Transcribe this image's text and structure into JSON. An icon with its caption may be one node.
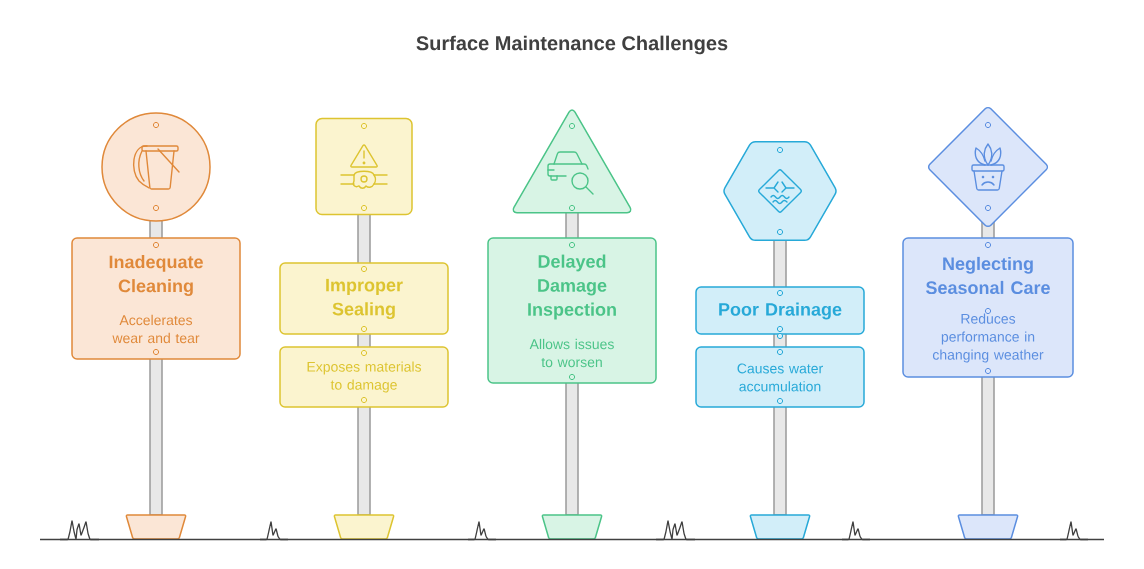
{
  "diagram": {
    "title": "Surface Maintenance Challenges",
    "nodes": [
      {
        "text": [],
        "shape": "circle"
      },
      {
        "text": [
          "Inadequate Cleaning",
          "Accelerates wear and tear"
        ]
      },
      {
        "text": [],
        "shape": "box"
      },
      {
        "text": [
          "Improper Sealing"
        ]
      },
      {
        "text": [
          "Exposes materials to damage"
        ]
      },
      {
        "text": [],
        "shape": "triangle"
      },
      {
        "text": [
          "Delayed Damage Inspection",
          "Allows issues to worsen"
        ]
      },
      {
        "text": [],
        "shape": "hexagon"
      },
      {
        "text": [
          "Poor Drainage"
        ]
      },
      {
        "text": [
          "Causes water accumulation"
        ]
      },
      {
        "text": [],
        "shape": "diamond"
      },
      {
        "text": [
          "Neglecting Seasonal Care",
          "Reduces performance in changing weather"
        ]
      }
    ]
  }
}
